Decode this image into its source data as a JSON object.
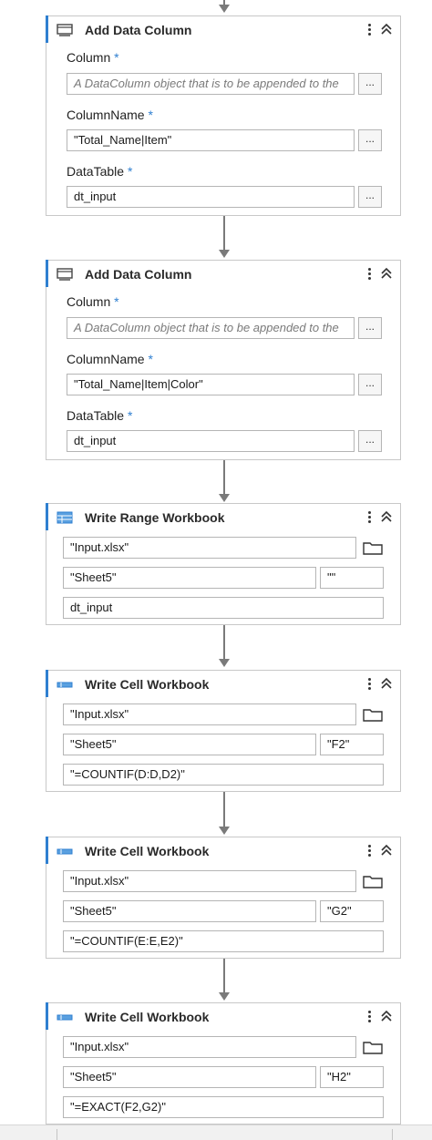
{
  "activities": [
    {
      "title": "Add Data Column",
      "fields": {
        "column_label": "Column",
        "column_placeholder": "A DataColumn object that is to be appended to the",
        "columnname_label": "ColumnName",
        "columnname_value": "\"Total_Name|Item\"",
        "datatable_label": "DataTable",
        "datatable_value": "dt_input"
      },
      "browse_label": "..."
    },
    {
      "title": "Add Data Column",
      "fields": {
        "column_label": "Column",
        "column_placeholder": "A DataColumn object that is to be appended to the",
        "columnname_label": "ColumnName",
        "columnname_value": "\"Total_Name|Item|Color\"",
        "datatable_label": "DataTable",
        "datatable_value": "dt_input"
      },
      "browse_label": "..."
    },
    {
      "title": "Write Range Workbook",
      "workbook": "\"Input.xlsx\"",
      "sheet": "\"Sheet5\"",
      "start_cell": "\"\"",
      "data": "dt_input"
    },
    {
      "title": "Write Cell Workbook",
      "workbook": "\"Input.xlsx\"",
      "sheet": "\"Sheet5\"",
      "cell": "\"F2\"",
      "value": "\"=COUNTIF(D:D,D2)\""
    },
    {
      "title": "Write Cell Workbook",
      "workbook": "\"Input.xlsx\"",
      "sheet": "\"Sheet5\"",
      "cell": "\"G2\"",
      "value": "\"=COUNTIF(E:E,E2)\""
    },
    {
      "title": "Write Cell Workbook",
      "workbook": "\"Input.xlsx\"",
      "sheet": "\"Sheet5\"",
      "cell": "\"H2\"",
      "value": "\"=EXACT(F2,G2)\""
    }
  ],
  "required_marker": "*",
  "colors": {
    "accent": "#2f7fd0",
    "border": "#c8c8c8",
    "connector": "#7a7a7a"
  },
  "icons": {
    "add_data_column": "window-icon",
    "write_range": "table-icon",
    "write_cell": "cell-icon",
    "menu": "kebab-icon",
    "collapse": "chevron-up-double-icon",
    "browse": "folder-icon"
  }
}
